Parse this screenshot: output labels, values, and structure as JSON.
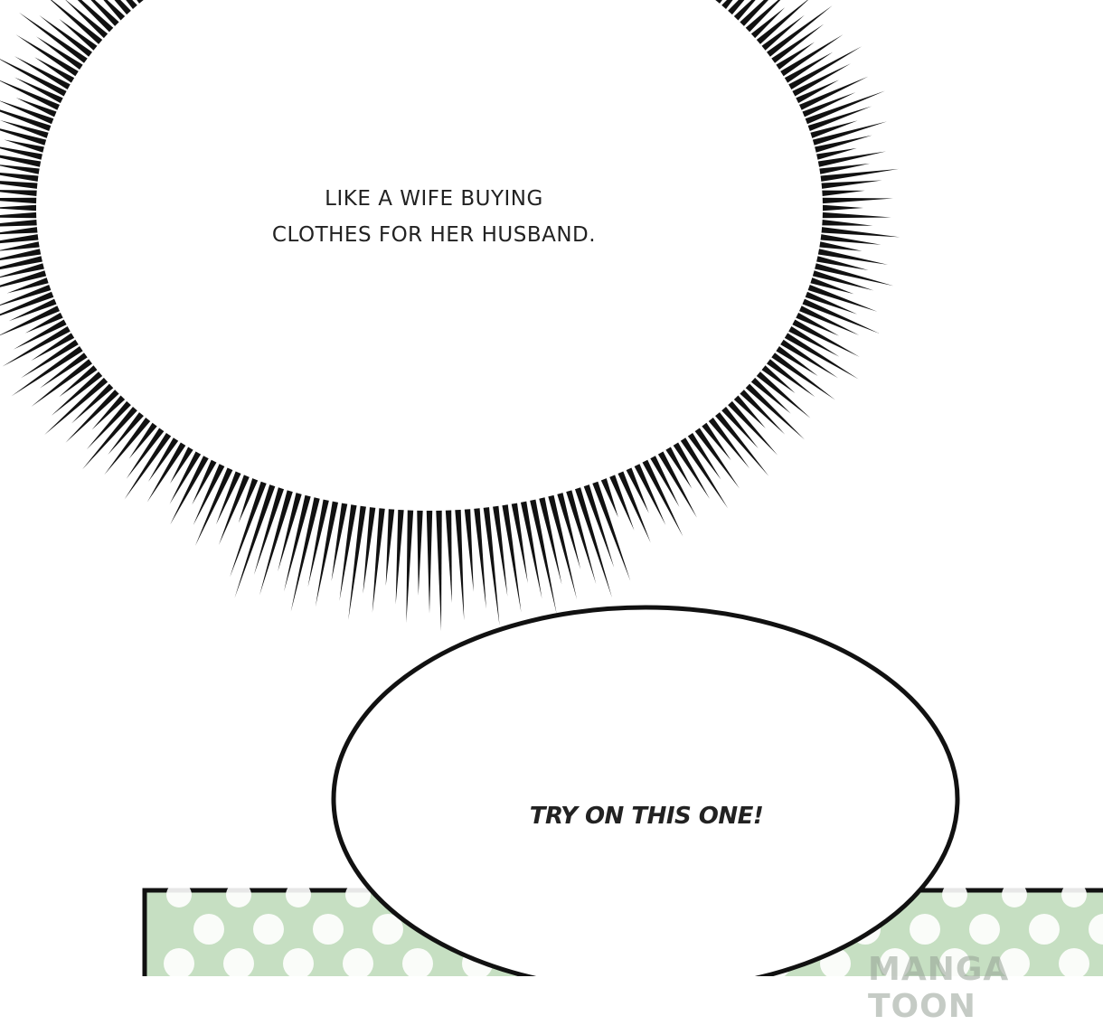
{
  "bubbles": {
    "thought": {
      "lines": [
        "LIKE A WIFE BUYING",
        "CLOTHES FOR HER HUSBAND."
      ]
    },
    "speech": {
      "text": "TRY ON THIS ONE!"
    }
  },
  "watermark": "MANGA TOON",
  "colors": {
    "panel_bg": "#c6dfc2",
    "dots": "#ffffff",
    "ink": "#111111"
  }
}
